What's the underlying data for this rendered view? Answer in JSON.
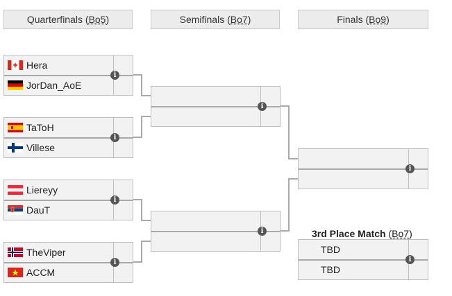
{
  "headers": {
    "quarterfinals": {
      "label": "Quarterfinals",
      "format": "Bo5"
    },
    "semifinals": {
      "label": "Semifinals",
      "format": "Bo7"
    },
    "finals": {
      "label": "Finals",
      "format": "Bo9"
    }
  },
  "quarterfinals": [
    {
      "p1": {
        "name": "Hera",
        "flag": "canada"
      },
      "p2": {
        "name": "JorDan_AoE",
        "flag": "germany"
      }
    },
    {
      "p1": {
        "name": "TaToH",
        "flag": "spain"
      },
      "p2": {
        "name": "Villese",
        "flag": "finland"
      }
    },
    {
      "p1": {
        "name": "Liereyy",
        "flag": "austria"
      },
      "p2": {
        "name": "DauT",
        "flag": "serbia"
      }
    },
    {
      "p1": {
        "name": "TheViper",
        "flag": "norway"
      },
      "p2": {
        "name": "ACCM",
        "flag": "vietnam"
      }
    }
  ],
  "third_place": {
    "title": "3rd Place Match",
    "format": "Bo7",
    "p1": "TBD",
    "p2": "TBD"
  },
  "info_glyph": "i",
  "icons": {
    "info": "info-icon"
  },
  "colors": {
    "header_bg": "#ececec",
    "match_bg": "#f2f2f2",
    "line": "#a9a9a9"
  }
}
